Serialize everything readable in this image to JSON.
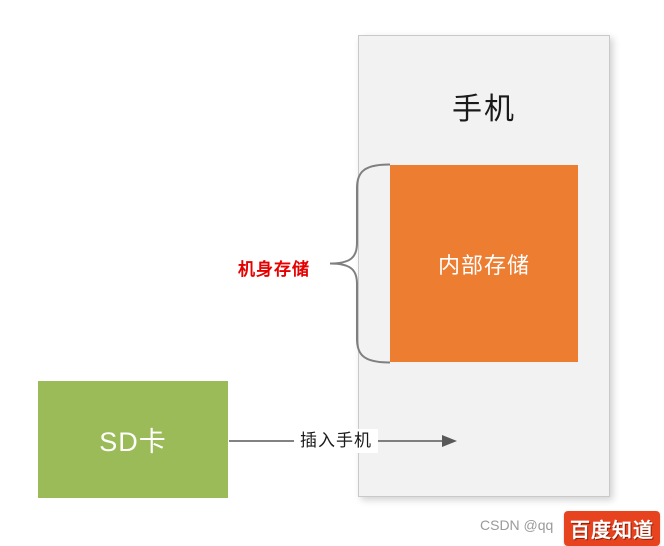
{
  "diagram": {
    "background": "#ffffff",
    "phone": {
      "label": "手机",
      "fill": "#f2f2f2",
      "border": "#c9c9c9"
    },
    "internal_storage": {
      "label": "内部存储",
      "fill": "#ED7D31",
      "text_color": "#ffffff"
    },
    "body_storage": {
      "label": "机身存储",
      "color": "#e60000"
    },
    "brace": {
      "color": "#7f7f7f"
    },
    "sd_card": {
      "label": "SD卡",
      "fill": "#9BBB59",
      "text_color": "#ffffff"
    },
    "arrow": {
      "label": "插入手机",
      "color": "#595959"
    },
    "watermark": {
      "text": "CSDN @qq"
    },
    "logo": {
      "text": "百度知道",
      "color": "#e8431f"
    }
  }
}
